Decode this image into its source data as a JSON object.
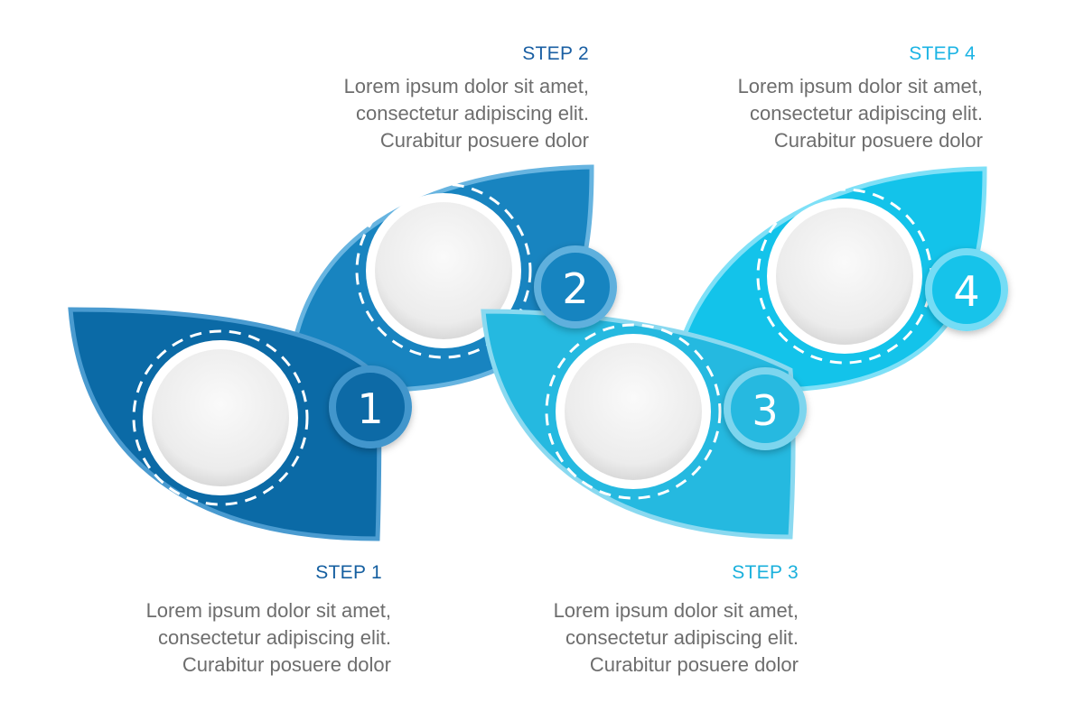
{
  "colors": {
    "step1": "#0b6aa6",
    "step2": "#1884c0",
    "step3": "#25b9e0",
    "step4": "#13c3ea",
    "text_gray": "#6d6d6d"
  },
  "steps": [
    {
      "number": "1",
      "title": "STEP 1",
      "lines": [
        "Lorem ipsum dolor sit amet,",
        "consectetur adipiscing elit.",
        "Curabitur posuere dolor"
      ]
    },
    {
      "number": "2",
      "title": "STEP 2",
      "lines": [
        "Lorem ipsum dolor sit amet,",
        "consectetur adipiscing elit.",
        "Curabitur posuere dolor"
      ]
    },
    {
      "number": "3",
      "title": "STEP 3",
      "lines": [
        "Lorem ipsum dolor sit amet,",
        "consectetur adipiscing elit.",
        "Curabitur posuere dolor"
      ]
    },
    {
      "number": "4",
      "title": "STEP 4",
      "lines": [
        "Lorem ipsum dolor sit amet,",
        "consectetur adipiscing elit.",
        "Curabitur posuere dolor"
      ]
    }
  ]
}
